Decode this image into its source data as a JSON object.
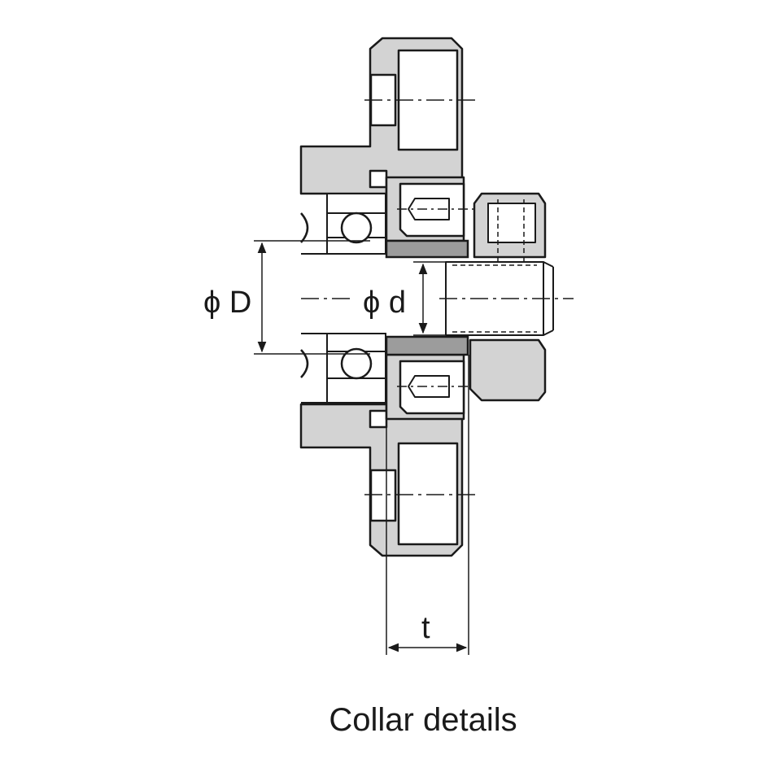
{
  "diagram": {
    "labels": {
      "outer_diameter": "ϕ D",
      "inner_diameter": "ϕ d",
      "thickness": "t"
    },
    "caption": "Collar details",
    "colors": {
      "housing_fill": "#d3d3d3",
      "collar_fill": "#9c9c9c",
      "line": "#1a1a1a",
      "background": "#ffffff"
    }
  }
}
